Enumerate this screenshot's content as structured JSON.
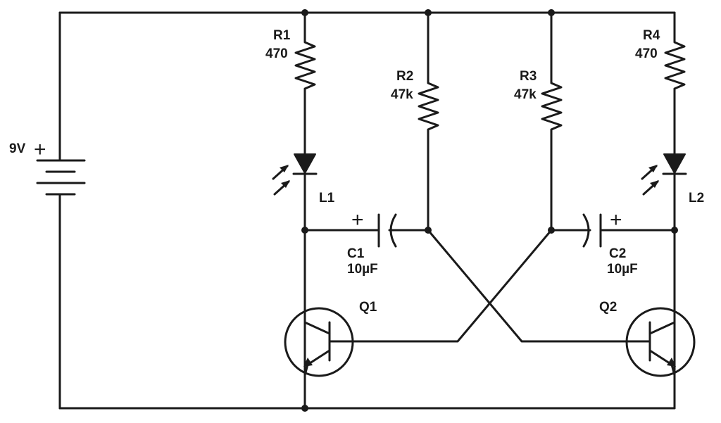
{
  "battery": {
    "voltage": "9V",
    "plus": "+"
  },
  "resistors": {
    "r1": {
      "name": "R1",
      "value": "470"
    },
    "r2": {
      "name": "R2",
      "value": "47k"
    },
    "r3": {
      "name": "R3",
      "value": "47k"
    },
    "r4": {
      "name": "R4",
      "value": "470"
    }
  },
  "leds": {
    "l1": {
      "name": "L1"
    },
    "l2": {
      "name": "L2"
    }
  },
  "capacitors": {
    "c1": {
      "name": "C1",
      "value": "10µF",
      "plus": "+"
    },
    "c2": {
      "name": "C2",
      "value": "10µF",
      "plus": "+"
    }
  },
  "transistors": {
    "q1": {
      "name": "Q1"
    },
    "q2": {
      "name": "Q2"
    }
  }
}
